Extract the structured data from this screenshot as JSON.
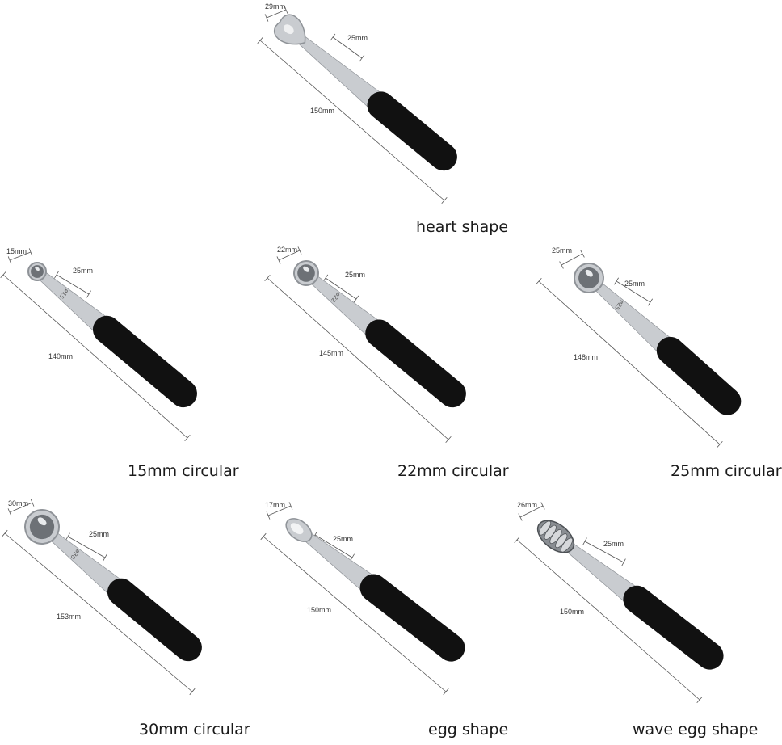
{
  "colors": {
    "handle": "#111111",
    "steel": "#c9ccd0",
    "steel_dark": "#8f9398",
    "dimension_line": "#555555"
  },
  "tools": [
    {
      "caption": "heart shape",
      "head_width": "29mm",
      "neck_length": "25mm",
      "total_length": "150mm",
      "head": "heart",
      "engraving": ""
    },
    {
      "caption": "15mm circular",
      "head_width": "15mm",
      "neck_length": "25mm",
      "total_length": "140mm",
      "head": "circle",
      "engraving": "ø15"
    },
    {
      "caption": "22mm circular",
      "head_width": "22mm",
      "neck_length": "25mm",
      "total_length": "145mm",
      "head": "circle",
      "engraving": "ø22"
    },
    {
      "caption": "25mm circular",
      "head_width": "25mm",
      "neck_length": "25mm",
      "total_length": "148mm",
      "head": "circle",
      "engraving": "ø25"
    },
    {
      "caption": "30mm circular",
      "head_width": "30mm",
      "neck_length": "25mm",
      "total_length": "153mm",
      "head": "circle",
      "engraving": "ø30"
    },
    {
      "caption": "egg shape",
      "head_width": "17mm",
      "neck_length": "25mm",
      "total_length": "150mm",
      "head": "egg",
      "engraving": ""
    },
    {
      "caption": "wave egg shape",
      "head_width": "26mm",
      "neck_length": "25mm",
      "total_length": "150mm",
      "head": "wave",
      "engraving": ""
    }
  ]
}
